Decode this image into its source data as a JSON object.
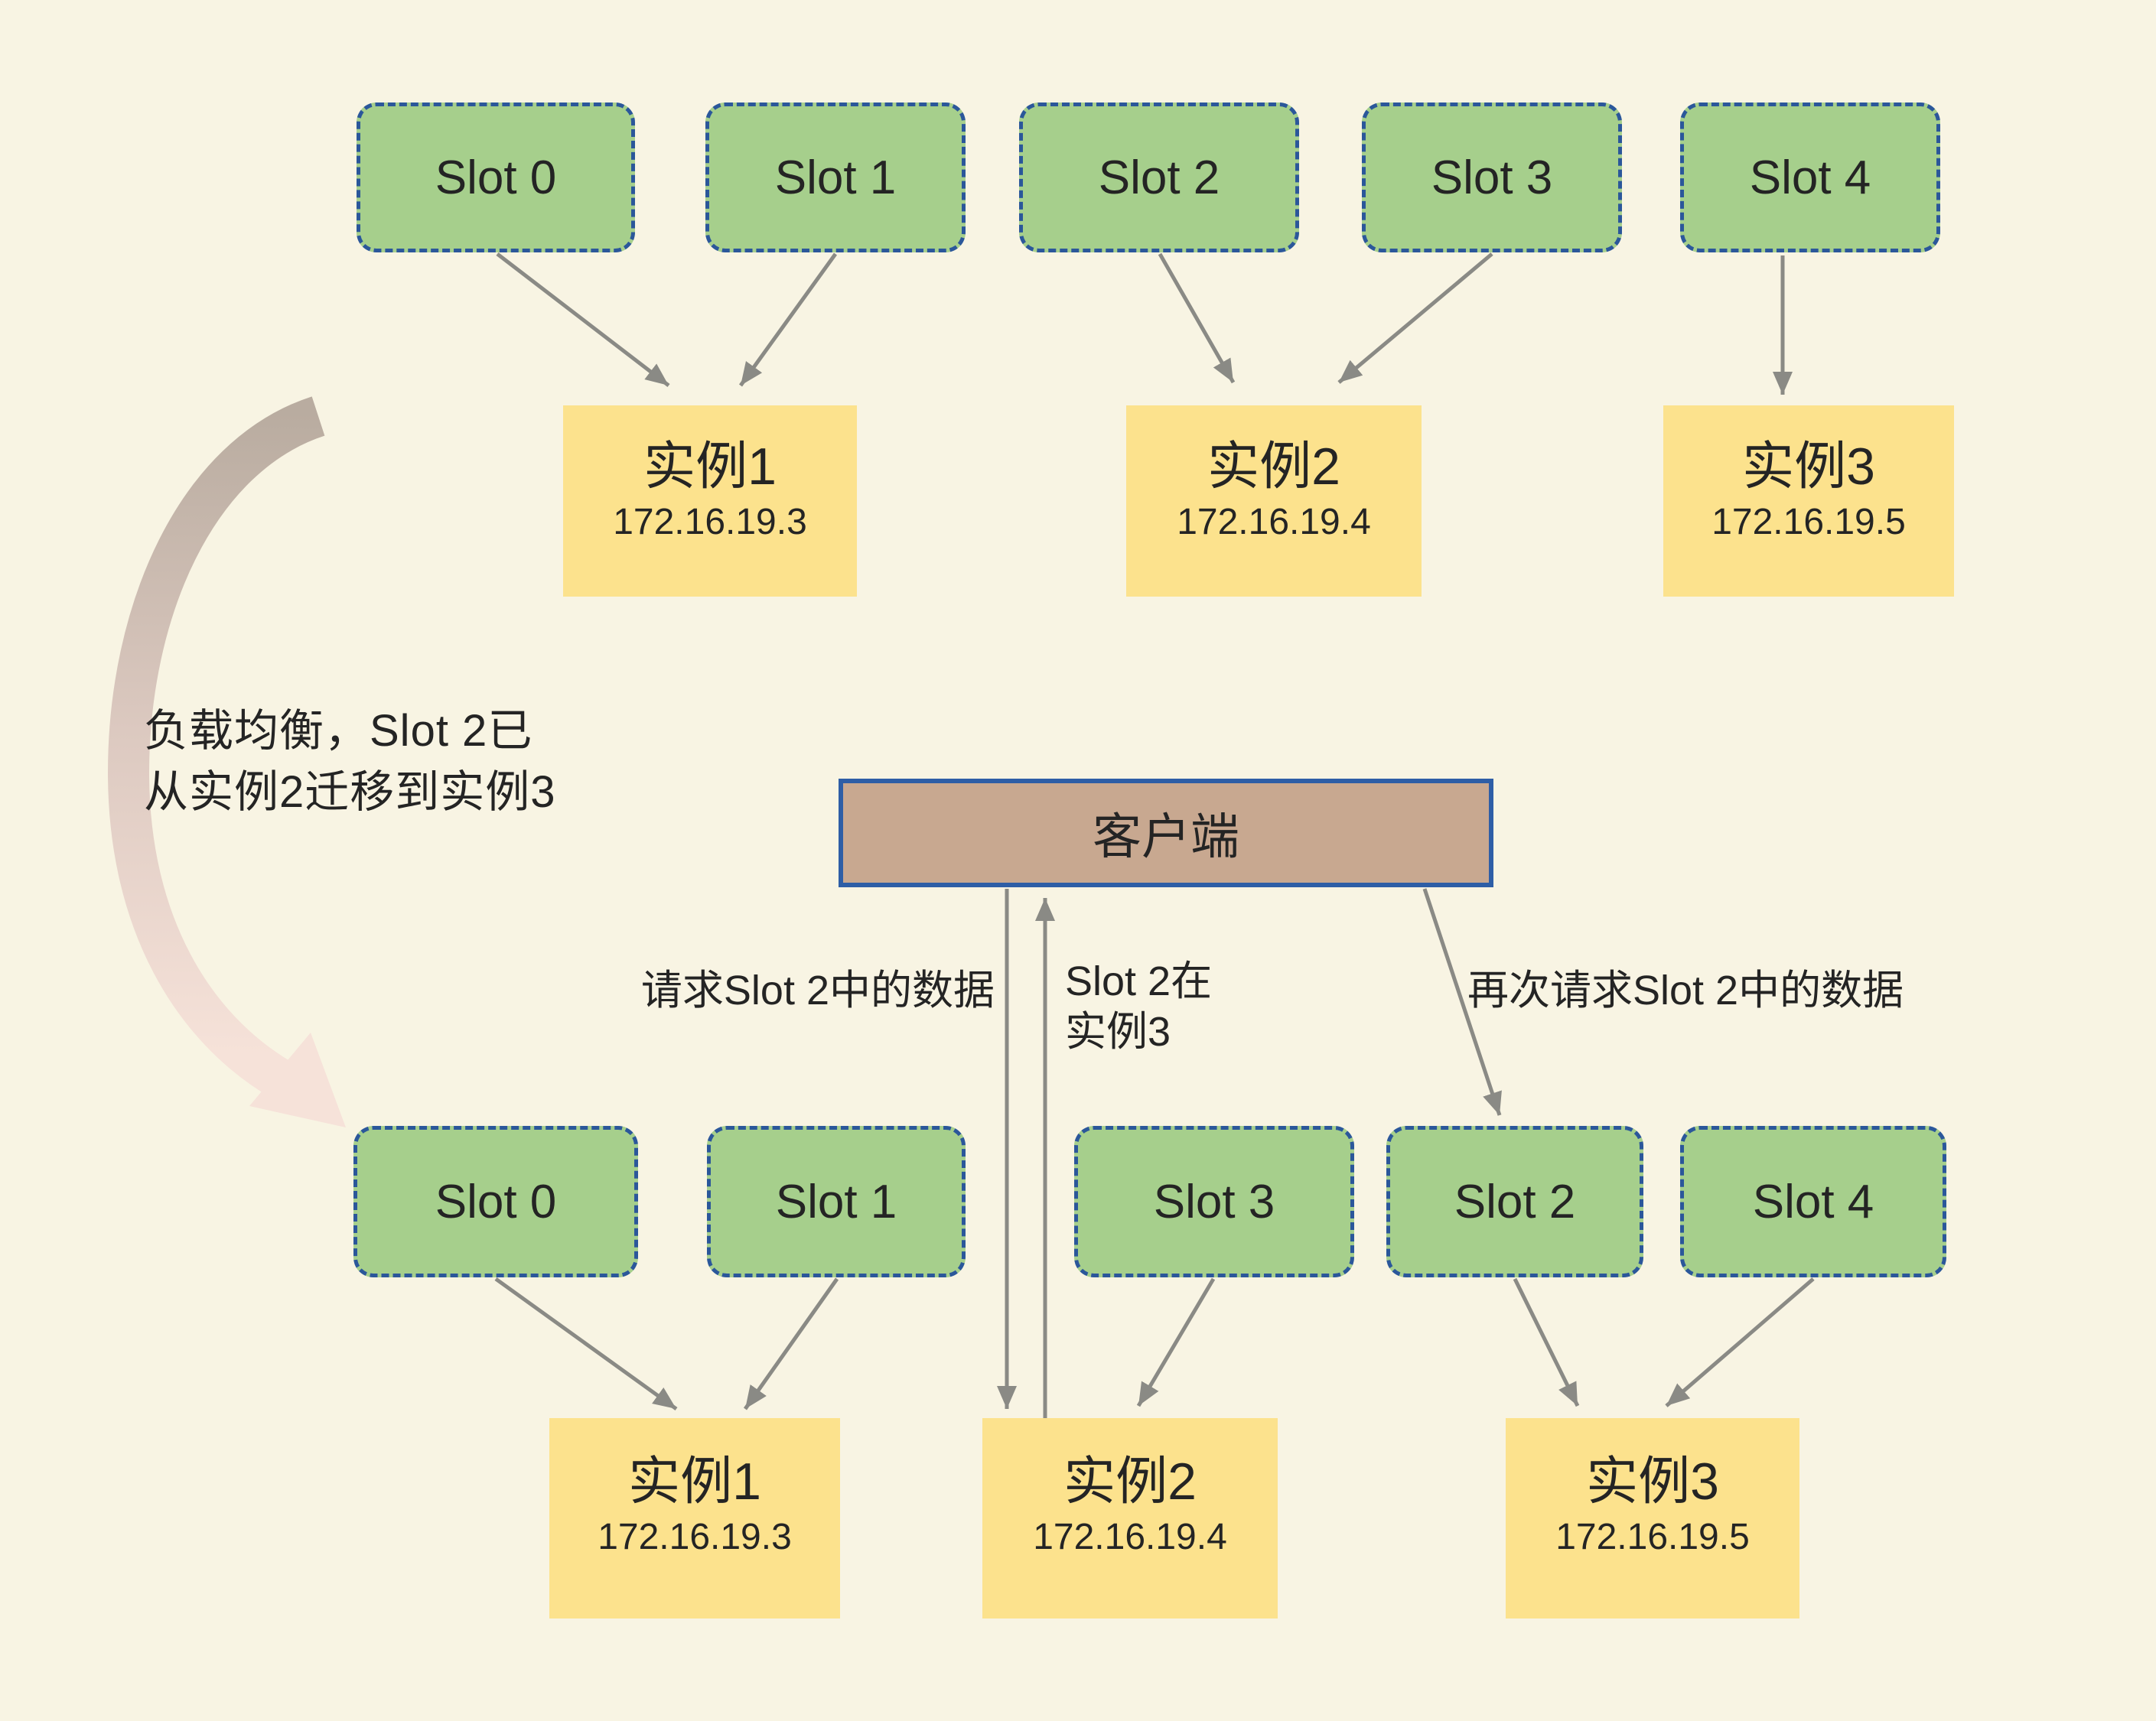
{
  "diagram": {
    "top": {
      "slots": [
        {
          "label": "Slot 0"
        },
        {
          "label": "Slot 1"
        },
        {
          "label": "Slot 2"
        },
        {
          "label": "Slot 3"
        },
        {
          "label": "Slot 4"
        }
      ],
      "instances": [
        {
          "name": "实例1",
          "ip": "172.16.19.3"
        },
        {
          "name": "实例2",
          "ip": "172.16.19.4"
        },
        {
          "name": "实例3",
          "ip": "172.16.19.5"
        }
      ]
    },
    "bottom": {
      "slots": [
        {
          "label": "Slot 0"
        },
        {
          "label": "Slot 1"
        },
        {
          "label": "Slot 3"
        },
        {
          "label": "Slot 2"
        },
        {
          "label": "Slot 4"
        }
      ],
      "instances": [
        {
          "name": "实例1",
          "ip": "172.16.19.3"
        },
        {
          "name": "实例2",
          "ip": "172.16.19.4"
        },
        {
          "name": "实例3",
          "ip": "172.16.19.5"
        }
      ]
    },
    "client": {
      "label": "客户端"
    },
    "annotations": {
      "migration_line1": "负载均衡，Slot 2已",
      "migration_line2": "从实例2迁移到实例3",
      "request": "请求Slot 2中的数据",
      "slot2_at_line1": "Slot 2在",
      "slot2_at_line2": "实例3",
      "re_request": "再次请求Slot 2中的数据"
    },
    "colors": {
      "background": "#f8f4e3",
      "slot_fill": "#a6cf8c",
      "slot_border": "#2b579a",
      "instance_fill": "#fce28d",
      "client_fill": "#c8a890",
      "client_border": "#2e5ea6",
      "arrow_gray": "#8a8a85",
      "curve_start": "#b9aca0",
      "curve_end": "#f6e2d9",
      "text": "#242424"
    }
  }
}
